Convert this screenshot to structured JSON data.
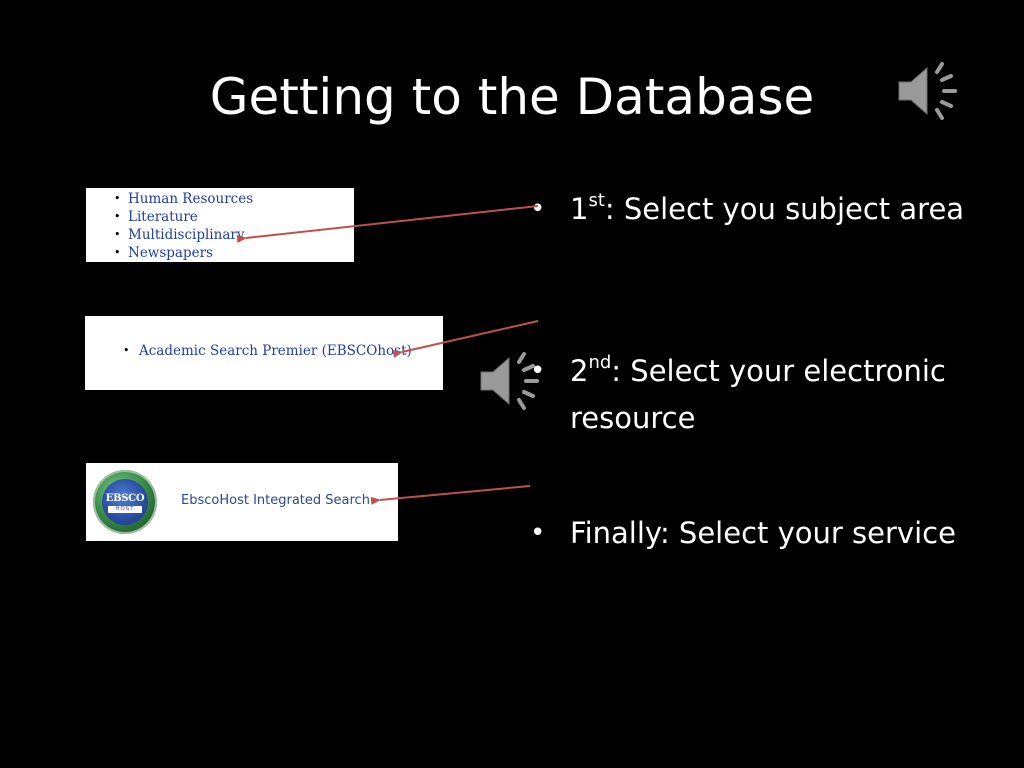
{
  "slide": {
    "title": "Getting to the Database"
  },
  "icons": {
    "audio_top": "speaker-icon",
    "audio_middle": "speaker-icon"
  },
  "screenshots": {
    "subject_list": {
      "items": [
        "Human Resources",
        "Literature",
        "Multidisciplinary",
        "Newspapers"
      ]
    },
    "database_list": {
      "item": "Academic Search Premier (EBSCOhost)"
    },
    "service": {
      "logo_text": "EBSCO",
      "logo_subtext": "HOST",
      "label": "EbscoHost Integrated Search"
    }
  },
  "bullets": [
    {
      "ordinal": "1",
      "suffix": "st",
      "text": ": Select you subject area"
    },
    {
      "ordinal": "2",
      "suffix": "nd",
      "text": ": Select your electronic resource"
    },
    {
      "ordinal": "",
      "suffix": "",
      "text": "Finally: Select your service"
    }
  ],
  "colors": {
    "background": "#000000",
    "text": "#ffffff",
    "link": "#1f3ea8",
    "arrow": "#c0504d",
    "speaker": "#9a9a9a"
  }
}
